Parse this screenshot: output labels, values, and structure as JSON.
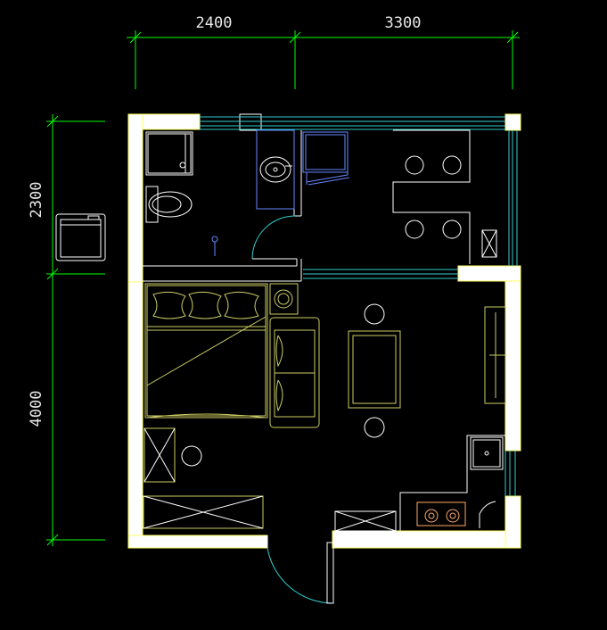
{
  "dimensions": {
    "top_left": "2400",
    "top_right": "3300",
    "left_upper": "2300",
    "left_lower": "4000"
  },
  "colors": {
    "background": "#000000",
    "wall": "#ffffff",
    "wall_edge": "#ffff66",
    "dimension": "#00ff00",
    "window": "#33cccc",
    "fixture": "#cccc66",
    "text": "#e8e8e8"
  }
}
